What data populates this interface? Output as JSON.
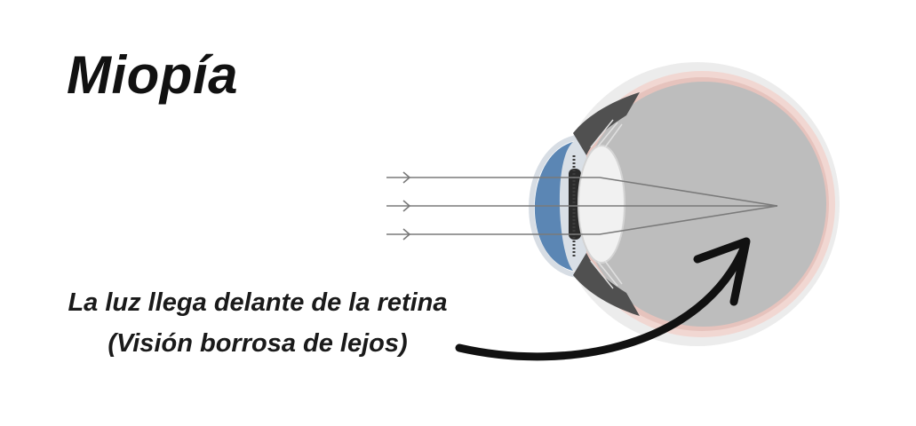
{
  "title": "Miopía",
  "caption": {
    "line1": "La luz llega delante de la retina",
    "line2": "(Visión borrosa de lejos)"
  },
  "colors": {
    "cornea": "#5b86b4",
    "eyeball": "#b9b9b9",
    "sclera_outer": "#e6e6e6",
    "choroid": "#e9c9c3",
    "lens": "#ececec",
    "iris": "#2b2b2b",
    "ciliary": "#555555",
    "rays": "#7a7a7a",
    "arrow": "#111111"
  }
}
